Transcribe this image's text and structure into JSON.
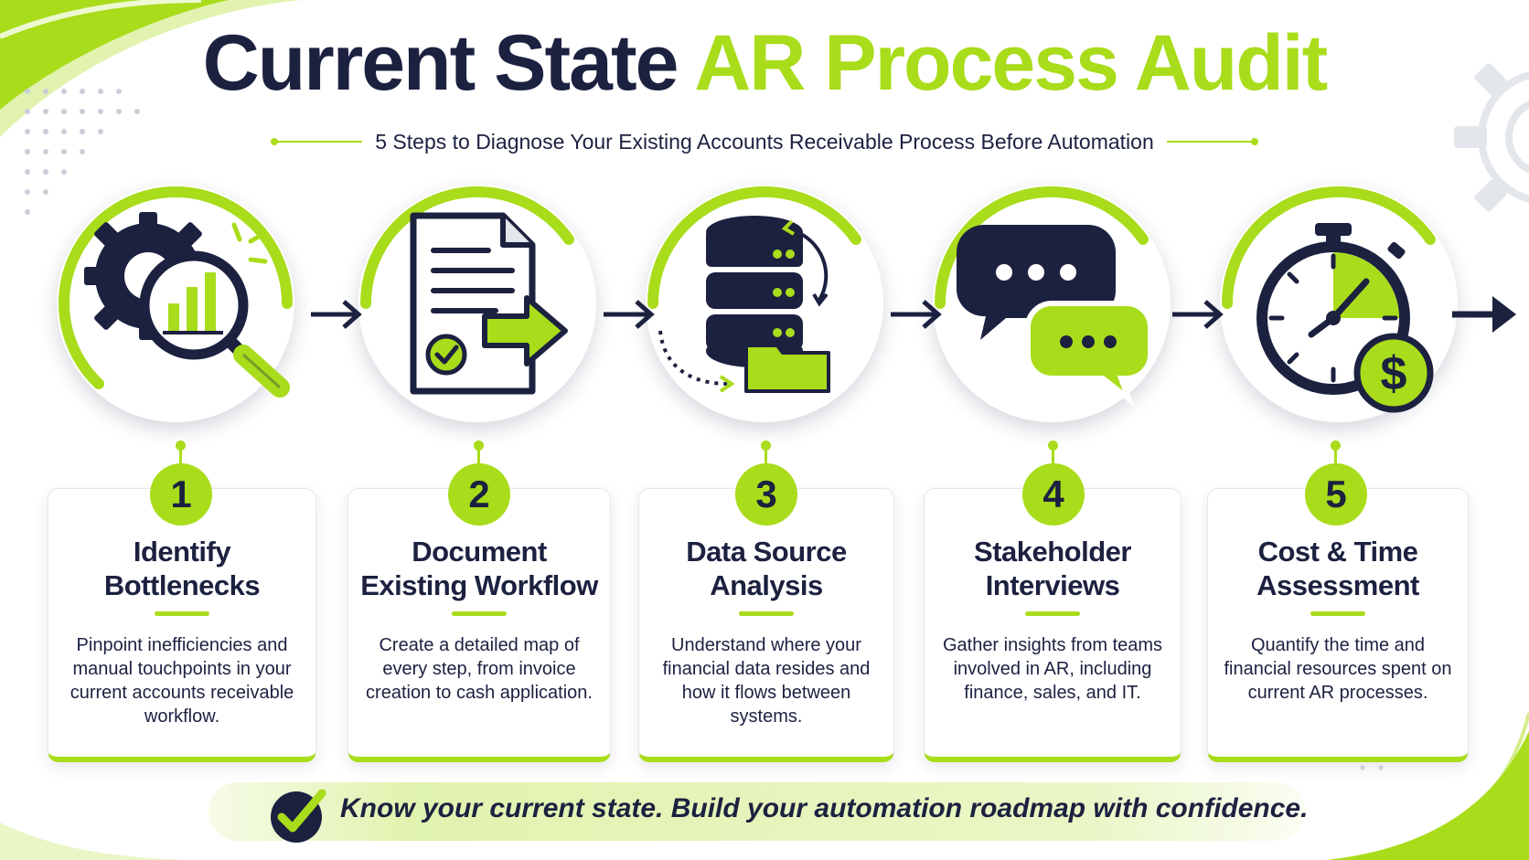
{
  "colors": {
    "navy": "#1c2140",
    "lime": "#a9dc1a",
    "white": "#ffffff"
  },
  "header": {
    "title_part1": "Current State",
    "title_part2": "AR Process Audit",
    "subtitle": "5 Steps to Diagnose Your Existing Accounts Receivable Process Before Automation"
  },
  "steps": [
    {
      "number": "1",
      "title_line1": "Identify",
      "title_line2": "Bottlenecks",
      "description": "Pinpoint inefficiencies and manual touchpoints in your current accounts receivable workflow.",
      "icon": "magnifier-gear-chart-icon"
    },
    {
      "number": "2",
      "title_line1": "Document",
      "title_line2": "Existing Workflow",
      "description": "Create a detailed map of every step, from invoice creation to cash application.",
      "icon": "document-arrow-icon"
    },
    {
      "number": "3",
      "title_line1": "Data Source",
      "title_line2": "Analysis",
      "description": "Understand where your financial data resides and how it flows between systems.",
      "icon": "database-folder-icon"
    },
    {
      "number": "4",
      "title_line1": "Stakeholder",
      "title_line2": "Interviews",
      "description": "Gather insights from teams involved in AR, including finance, sales, and IT.",
      "icon": "chat-bubbles-icon"
    },
    {
      "number": "5",
      "title_line1": "Cost & Time",
      "title_line2": "Assessment",
      "description": "Quantify the time and financial resources spent on current AR processes.",
      "icon": "stopwatch-dollar-icon"
    }
  ],
  "footer": {
    "text": "Know your current state. Build your automation roadmap with confidence.",
    "icon": "check-circle-icon"
  }
}
